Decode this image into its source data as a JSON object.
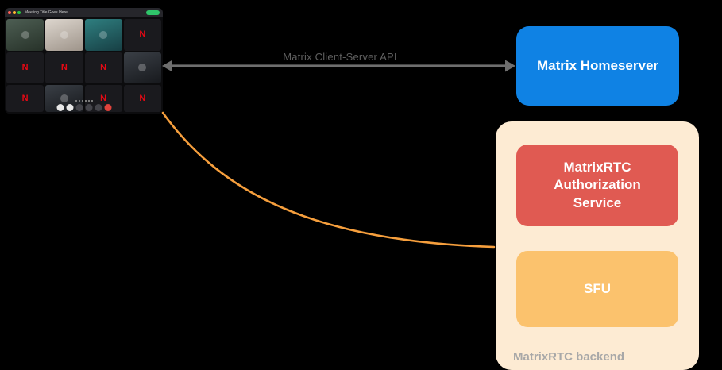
{
  "screenshot": {
    "window_title": "Meeting Title Goes Here",
    "n_letter": "N"
  },
  "arrow": {
    "label": "Matrix Client-Server API"
  },
  "homeserver": {
    "label": "Matrix Homeserver"
  },
  "backend": {
    "label": "MatrixRTC backend",
    "auth_label": "MatrixRTC\nAuthorization\nService",
    "sfu_label": "SFU"
  },
  "colors": {
    "homeserver-bg": "#0f82e4",
    "auth-bg": "#e05a52",
    "sfu-bg": "#fbc26d",
    "backend-bg": "#fdebd3",
    "arrow-gray": "#6e6e6e",
    "label-gray": "#5f5f5f",
    "curve-orange": "#f69f3d",
    "backend-label-gray": "#a8a8a8",
    "netflix-red": "#e50914"
  }
}
